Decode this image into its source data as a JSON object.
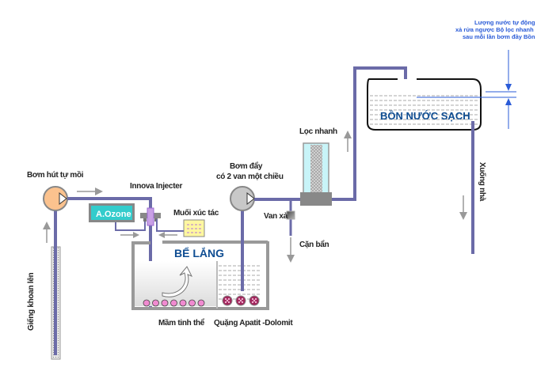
{
  "diagram": {
    "title": "Water treatment system flow diagram",
    "labels": {
      "suction_pump": "Bơm hút tự mồi",
      "injector": "Innova Injecter",
      "ozone": "A.Ozone",
      "catalyst_salt": "Muối xúc tác",
      "settling_tank": "BỂ LẮNG",
      "seed_crystal": "Mầm tinh thể",
      "ore": "Quặng Apatit -Dolomit",
      "booster_pump_line1": "Bơm đẩy",
      "booster_pump_line2": "có 2 van một chiều",
      "drain_valve": "Van xả",
      "sludge": "Cặn bẩn",
      "fast_filter": "Lọc nhanh",
      "clean_tank": "BỒN NƯỚC SẠCH",
      "to_house": "Xuống nhà",
      "borehole": "Giếng khoan lên",
      "note_line1": "Lượng nước tự động",
      "note_line2": "xả rửa ngược Bộ lọc nhanh",
      "note_line3": "sau mỗi lần bơm đầy Bồn"
    },
    "colors": {
      "pipe": "#6b6ba8",
      "arrow": "#999999",
      "ozone_box": "#33cccc",
      "pump_suction": "#fbc28e",
      "pump_booster": "#c8c8c8",
      "crystal": "#f08ad0",
      "ore": "#a0245a",
      "note_blue": "#2a5bd7",
      "title_blue": "#0f4d92",
      "filter_media": "#c8f4f8",
      "salt_box": "#fff7a0"
    },
    "seed_crystal_count": 7,
    "ore_count": 3
  }
}
